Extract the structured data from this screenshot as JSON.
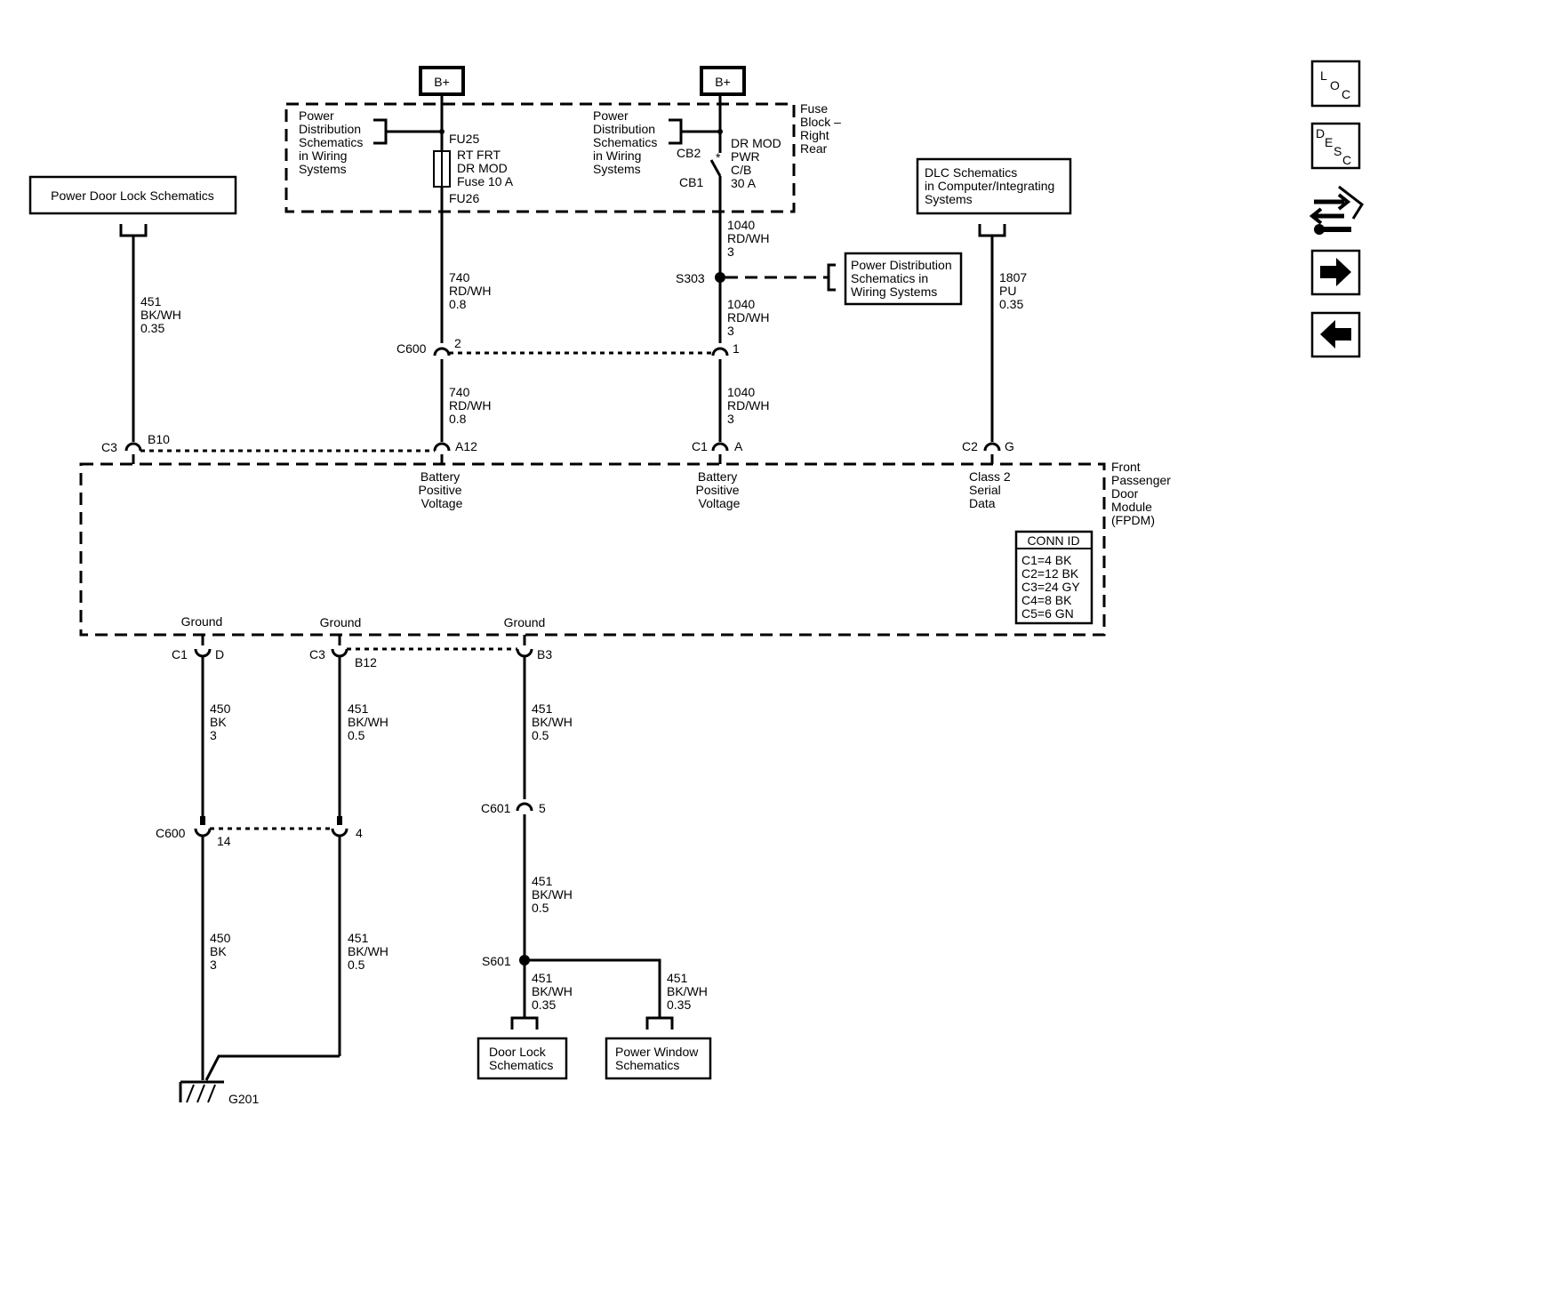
{
  "power_sources": {
    "b_plus_left": "B+",
    "b_plus_right": "B+"
  },
  "fuse_block": {
    "title": [
      "Fuse",
      "Block –",
      "Right",
      "Rear"
    ],
    "left_ref": [
      "Power",
      "Distribution",
      "Schematics",
      "in Wiring",
      "Systems"
    ],
    "right_ref": [
      "Power",
      "Distribution",
      "Schematics",
      "in Wiring",
      "Systems"
    ],
    "fu25": "FU25",
    "fu26": "FU26",
    "fuse_label": [
      "RT FRT",
      "DR MOD",
      "Fuse 10 A"
    ],
    "cb2": "CB2",
    "cb1": "CB1",
    "breaker_label": [
      "DR MOD",
      "PWR",
      "C/B",
      "30 A"
    ]
  },
  "references": {
    "power_door_lock": "Power Door Lock Schematics",
    "dlc": [
      "DLC Schematics",
      "in Computer/Integrating",
      "Systems"
    ],
    "power_dist_s303": [
      "Power Distribution",
      "Schematics in",
      "Wiring Systems"
    ],
    "door_lock": [
      "Door Lock",
      "Schematics"
    ],
    "power_window": [
      "Power Window",
      "Schematics"
    ]
  },
  "wires": {
    "w451_top": [
      "451",
      "BK/WH",
      "0.35"
    ],
    "w740_upper": [
      "740",
      "RD/WH",
      "0.8"
    ],
    "w740_lower": [
      "740",
      "RD/WH",
      "0.8"
    ],
    "w1040_a": [
      "1040",
      "RD/WH",
      "3"
    ],
    "w1040_b": [
      "1040",
      "RD/WH",
      "3"
    ],
    "w1040_c": [
      "1040",
      "RD/WH",
      "3"
    ],
    "w1807": [
      "1807",
      "PU",
      "0.35"
    ],
    "w450_a": [
      "450",
      "BK",
      "3"
    ],
    "w450_b": [
      "450",
      "BK",
      "3"
    ],
    "w451_mid_a": [
      "451",
      "BK/WH",
      "0.5"
    ],
    "w451_mid_b": [
      "451",
      "BK/WH",
      "0.5"
    ],
    "w451_right_a": [
      "451",
      "BK/WH",
      "0.5"
    ],
    "w451_right_b": [
      "451",
      "BK/WH",
      "0.5"
    ],
    "w451_dl": [
      "451",
      "BK/WH",
      "0.35"
    ],
    "w451_pw": [
      "451",
      "BK/WH",
      "0.35"
    ]
  },
  "connectors": {
    "c3": "C3",
    "b10": "B10",
    "a12": "A12",
    "c1": "C1",
    "a": "A",
    "c2": "C2",
    "g": "G",
    "c600_top": "C600",
    "c600_top_pin2": "2",
    "c600_top_pin1": "1",
    "s303": "S303",
    "c1_bottom": "C1",
    "d": "D",
    "c3_bottom": "C3",
    "b12": "B12",
    "b3": "B3",
    "c600_bottom": "C600",
    "c600_bottom_pin14": "14",
    "c600_bottom_pin4": "4",
    "c601": "C601",
    "c601_pin": "5",
    "s601": "S601",
    "g201": "G201"
  },
  "module": {
    "name": [
      "Front",
      "Passenger",
      "Door",
      "Module",
      "(FPDM)"
    ],
    "pin_bat1": [
      "Battery",
      "Positive",
      "Voltage"
    ],
    "pin_bat2": [
      "Battery",
      "Positive",
      "Voltage"
    ],
    "pin_class2": [
      "Class 2",
      "Serial",
      "Data"
    ],
    "ground1": "Ground",
    "ground2": "Ground",
    "ground3": "Ground",
    "conn_id": {
      "title": "CONN ID",
      "rows": [
        "C1=4 BK",
        "C2=12 BK",
        "C3=24 GY",
        "C4=8 BK",
        "C5=6 GN"
      ]
    }
  },
  "nav": {
    "loc": [
      "L",
      "O",
      "C"
    ],
    "desc": [
      "D",
      "E",
      "S",
      "C"
    ],
    "icons": [
      "tools-icon",
      "arrow-right-icon",
      "arrow-left-icon"
    ]
  }
}
